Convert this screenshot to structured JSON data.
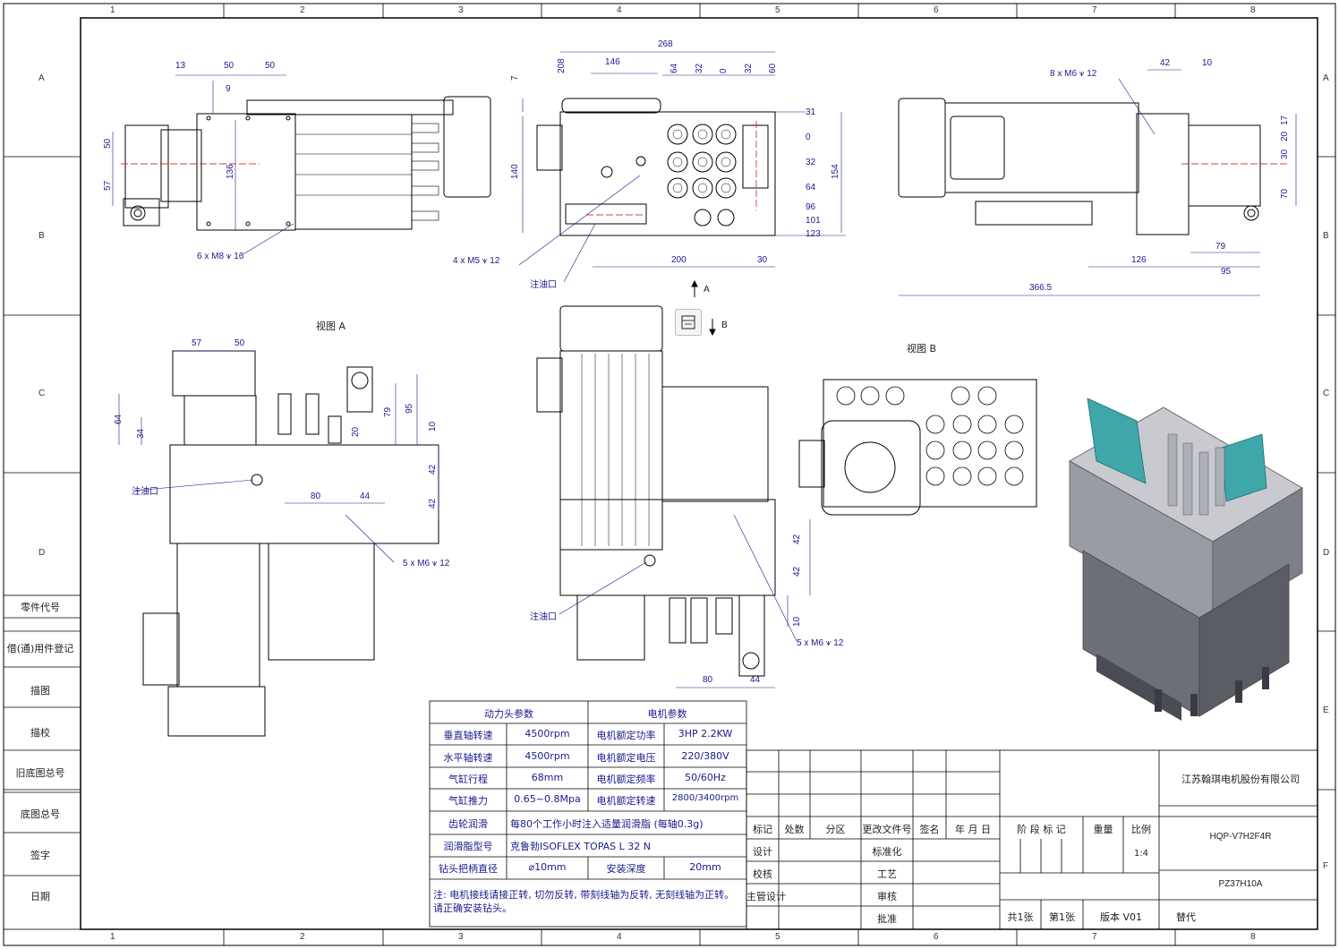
{
  "border": {
    "col_labels": [
      "1",
      "2",
      "3",
      "4",
      "5",
      "6",
      "7",
      "8"
    ],
    "row_labels": [
      "A",
      "B",
      "C",
      "D",
      "E",
      "F"
    ]
  },
  "left_strip": [
    "零件代号",
    "借(通)用件登记",
    "描图",
    "描校",
    "旧底图总号",
    "底图总号",
    "签字",
    "日期"
  ],
  "views": {
    "view_a_label": "视图 A",
    "view_b_label": "视图 B",
    "arrow_a": "A",
    "arrow_b": "B"
  },
  "top_left_dims": [
    "13",
    "50",
    "50",
    "9",
    "50",
    "57",
    "136",
    "6 x  M8 ⩛ 16"
  ],
  "top_center_dims": [
    "268",
    "208",
    "146",
    "64",
    "32",
    "0",
    "32",
    "60",
    "7",
    "140",
    "31",
    "0",
    "32",
    "64",
    "96",
    "101",
    "123",
    "154",
    "200",
    "30"
  ],
  "top_center_notes": [
    "4 x  M5 ⩛ 12",
    "注油口"
  ],
  "top_right_dims": [
    "8 x  M6 ⩛ 12",
    "42",
    "10",
    "17",
    "20",
    "30",
    "70",
    "79",
    "126",
    "95",
    "366.5"
  ],
  "mid_left_dims": [
    "57",
    "50",
    "64",
    "34",
    "79",
    "95",
    "10",
    "20",
    "42",
    "42",
    "80",
    "44"
  ],
  "mid_left_notes": [
    "注油口",
    "5 x  M6 ⩛ 12"
  ],
  "mid_center_dims": [
    "42",
    "42",
    "10",
    "80",
    "44"
  ],
  "mid_center_notes": [
    "注油口",
    "5 x  M6 ⩛ 12"
  ],
  "param_table": {
    "head_left": "动力头参数",
    "head_right": "电机参数",
    "rows": [
      {
        "k1": "垂直轴转速",
        "v1": "4500rpm",
        "k2": "电机额定功率",
        "v2": "3HP  2.2KW"
      },
      {
        "k1": "水平轴转速",
        "v1": "4500rpm",
        "k2": "电机额定电压",
        "v2": "220/380V"
      },
      {
        "k1": "气缸行程",
        "v1": "68mm",
        "k2": "电机额定频率",
        "v2": "50/60Hz"
      },
      {
        "k1": "气缸推力",
        "v1": "0.65~0.8Mpa",
        "k2": "电机额定转速",
        "v2": "2800/3400rpm"
      }
    ],
    "lube_k": "齿轮润滑",
    "lube_v": "每80个工作小时注入适量润滑脂 (每轴0.3g)",
    "grease_k": "润滑脂型号",
    "grease_v": "克鲁勃ISOFLEX TOPAS L 32 N",
    "shank_k": "钻头把柄直径",
    "shank_v": "⌀10mm",
    "depth_k": "安装深度",
    "depth_v": "20mm",
    "note": "注: 电机接线请接正转, 切勿反转, 带刻线轴为反转, 无刻线轴为正转。请正确安装钻头。"
  },
  "title_block": {
    "company": "江苏翰琪电机股份有限公司",
    "drawing_name": "HQP-V7H2F4R",
    "drawing_no": "PZ37H10A",
    "scale": "1:4",
    "labels": {
      "mark": "标记",
      "count": "处数",
      "zone": "分区",
      "change_doc": "更改文件号",
      "sign": "签名",
      "date": "年 月 日",
      "design": "设计",
      "standardize": "标准化",
      "proof": "校核",
      "process": "工艺",
      "chief": "主管设计",
      "review": "审核",
      "approve": "批准",
      "stage": "阶 段 标 记",
      "weight": "重量",
      "ratio": "比例",
      "total": "共1张",
      "sheet": "第1张",
      "version": "版本  V01",
      "replace": "替代"
    }
  },
  "colors": {
    "ink": "#000000",
    "dim": "#1a1a8c",
    "red": "#cc0000",
    "teal": "#3fa7a9",
    "metal": "#8b8d96"
  }
}
